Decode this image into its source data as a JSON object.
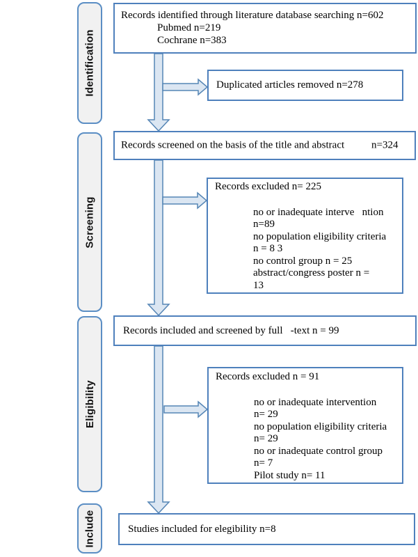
{
  "colors": {
    "box_border": "#4e80bc",
    "stage_border": "#5b8ec4",
    "stage_fill": "#f1f1f1",
    "arrow_fill": "#dbe6f2",
    "arrow_stroke": "#5585b5",
    "text": "#000000"
  },
  "sidebar": {
    "stages": [
      {
        "label": "Identification"
      },
      {
        "label": "Screening"
      },
      {
        "label": "Eligibility"
      },
      {
        "label": "Include"
      }
    ]
  },
  "boxes": {
    "identified": {
      "lines": [
        "Records identified through literature database searching n=602",
        "Pubmed n=219",
        "Cochrane n=383"
      ]
    },
    "duplicates_removed": {
      "text": "Duplicated articles removed n=278"
    },
    "screened": {
      "text": "Records screened on the basis of the title and abstract",
      "count": "n=324"
    },
    "screening_excluded": {
      "title": "Records excluded n= 225",
      "lines": [
        "no or inadequate interve   ntion",
        "n=89",
        "no population eligibility criteria",
        "n = 8 3",
        "no control group n = 25",
        "abstract/congress poster n =",
        "13"
      ]
    },
    "fulltext_screened": {
      "text": "Records included and screened by full   -text n = 99"
    },
    "eligibility_excluded": {
      "title": "Records excluded n = 91",
      "lines": [
        "no or inadequate intervention",
        "n= 29",
        "no population eligibility criteria",
        "n= 29",
        "no or inadequate control group",
        "n= 7",
        "Pilot study n= 11"
      ]
    },
    "studies_included": {
      "text": "Studies included for elegibility n=8"
    }
  }
}
